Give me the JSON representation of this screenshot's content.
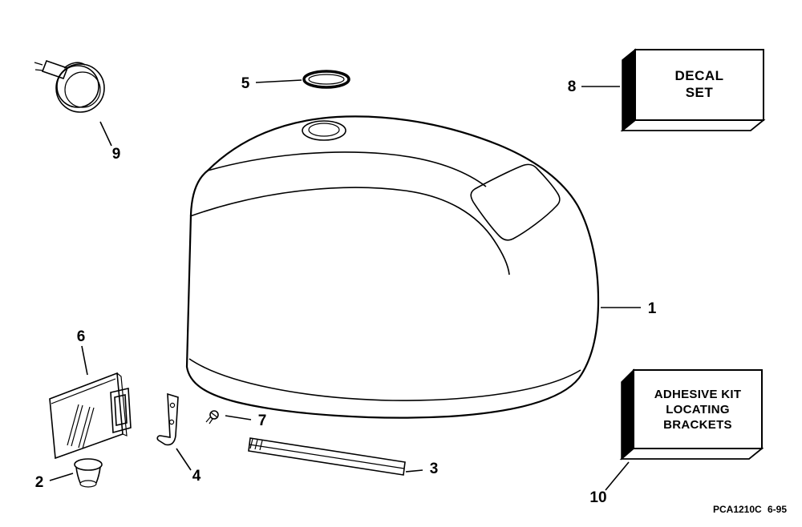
{
  "colors": {
    "ink": "#000000",
    "paper": "#ffffff"
  },
  "callouts": {
    "n1": "1",
    "n2": "2",
    "n3": "3",
    "n4": "4",
    "n5": "5",
    "n6": "6",
    "n7": "7",
    "n8": "8",
    "n9": "9",
    "n10": "10"
  },
  "boxes": {
    "decal": {
      "lines": [
        "DECAL",
        "SET"
      ]
    },
    "adhesive": {
      "lines": [
        "ADHESIVE KIT",
        "LOCATING",
        "BRACKETS"
      ]
    }
  },
  "footer": {
    "code": "PCA1210C",
    "date": "6-95"
  }
}
